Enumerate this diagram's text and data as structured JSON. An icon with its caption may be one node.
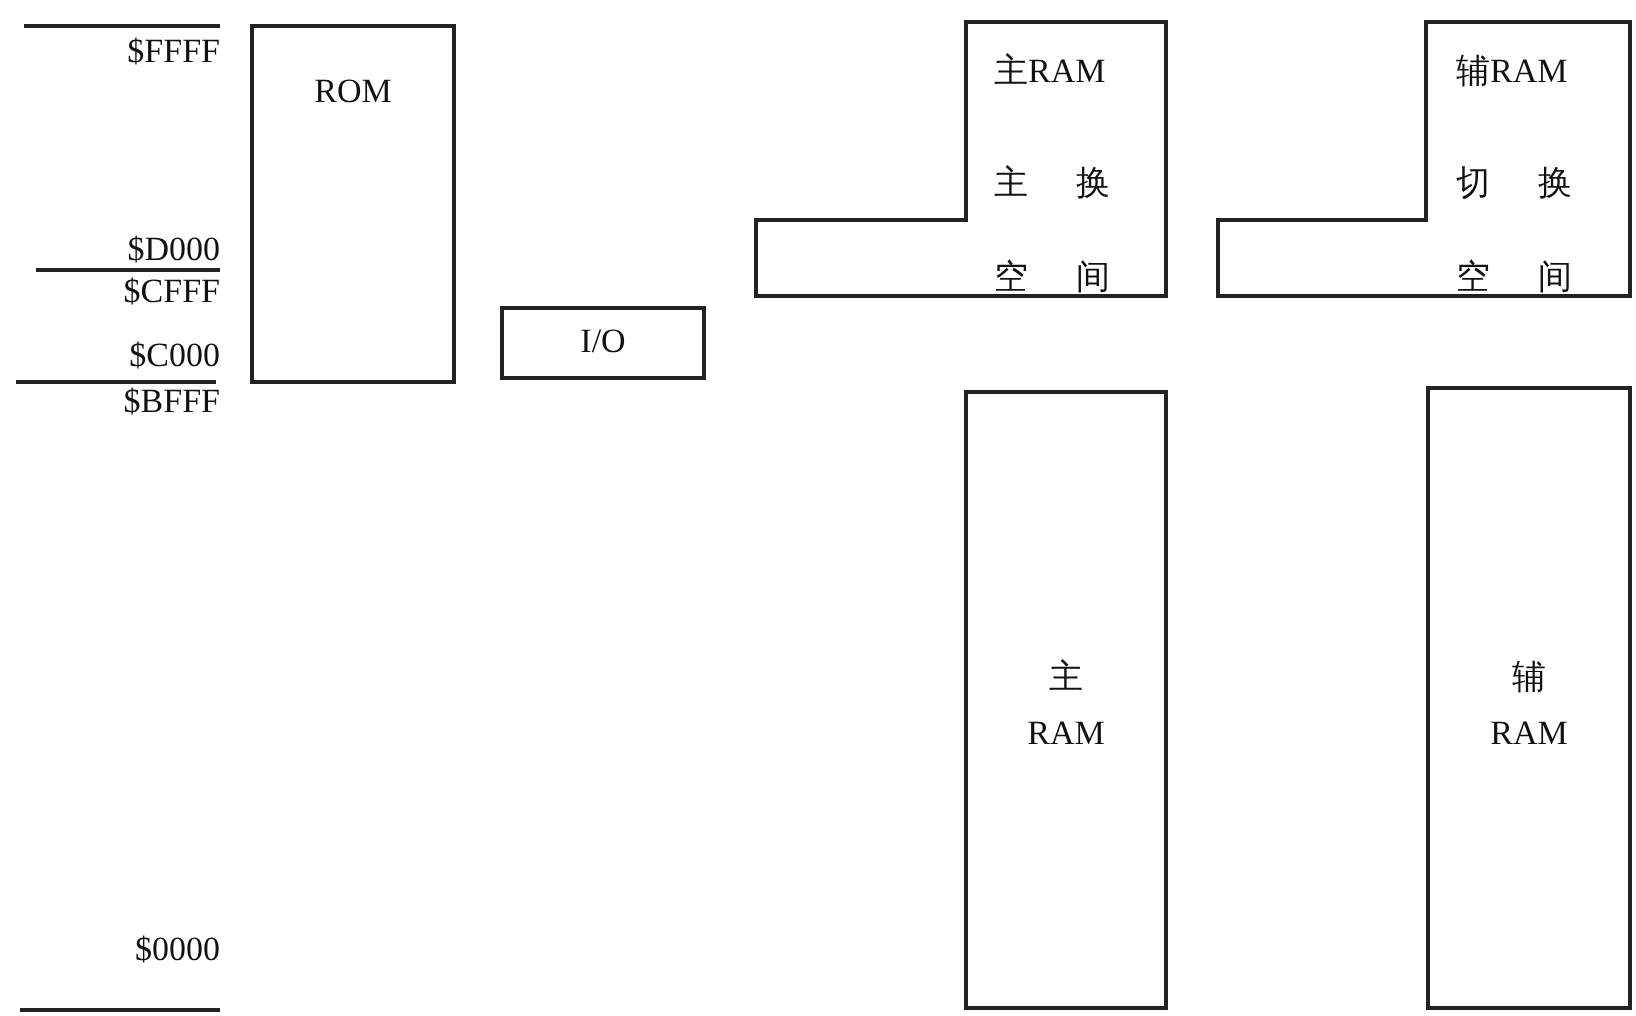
{
  "diagram": {
    "nodes": [
      {
        "text": [
          "ROM"
        ]
      },
      {
        "text": [
          "主RAM",
          "主换空间"
        ]
      },
      {
        "text": [
          "辅RAM",
          "切换空间"
        ]
      },
      {
        "text": [
          "I/O"
        ]
      },
      {
        "text": [
          "主RAM"
        ]
      },
      {
        "text": [
          "辅RAM"
        ]
      }
    ],
    "edges": [],
    "labels": [
      "$FFFF",
      "$D000",
      "$CFFF",
      "$C000",
      "$BFFF",
      "$0000"
    ]
  }
}
